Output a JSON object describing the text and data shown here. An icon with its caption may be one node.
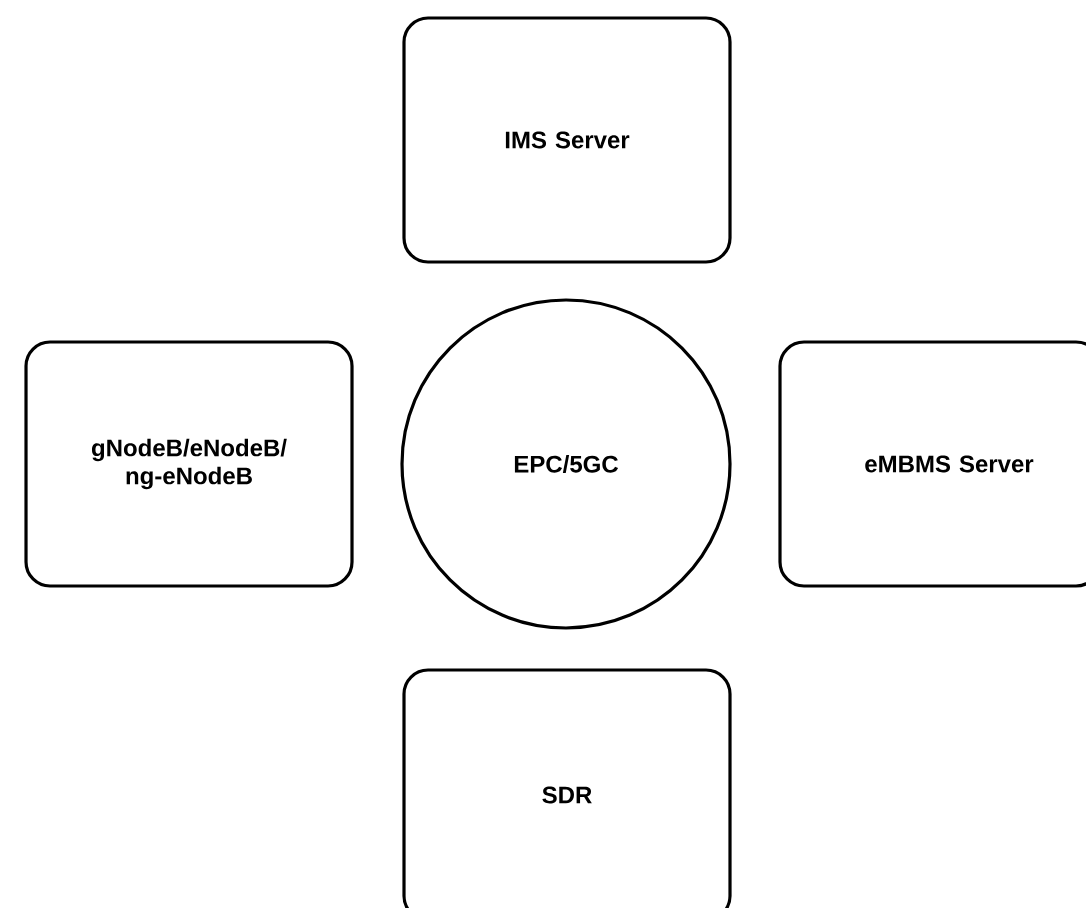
{
  "diagram": {
    "nodes": [
      {
        "text": [
          "IMS Server"
        ]
      },
      {
        "text": [
          "gNodeB/eNodeB/ ng-eNodeB"
        ]
      },
      {
        "text": [
          "EPC/5GC"
        ]
      },
      {
        "text": [
          "eMBMS Server"
        ]
      },
      {
        "text": [
          "SDR"
        ]
      }
    ]
  }
}
